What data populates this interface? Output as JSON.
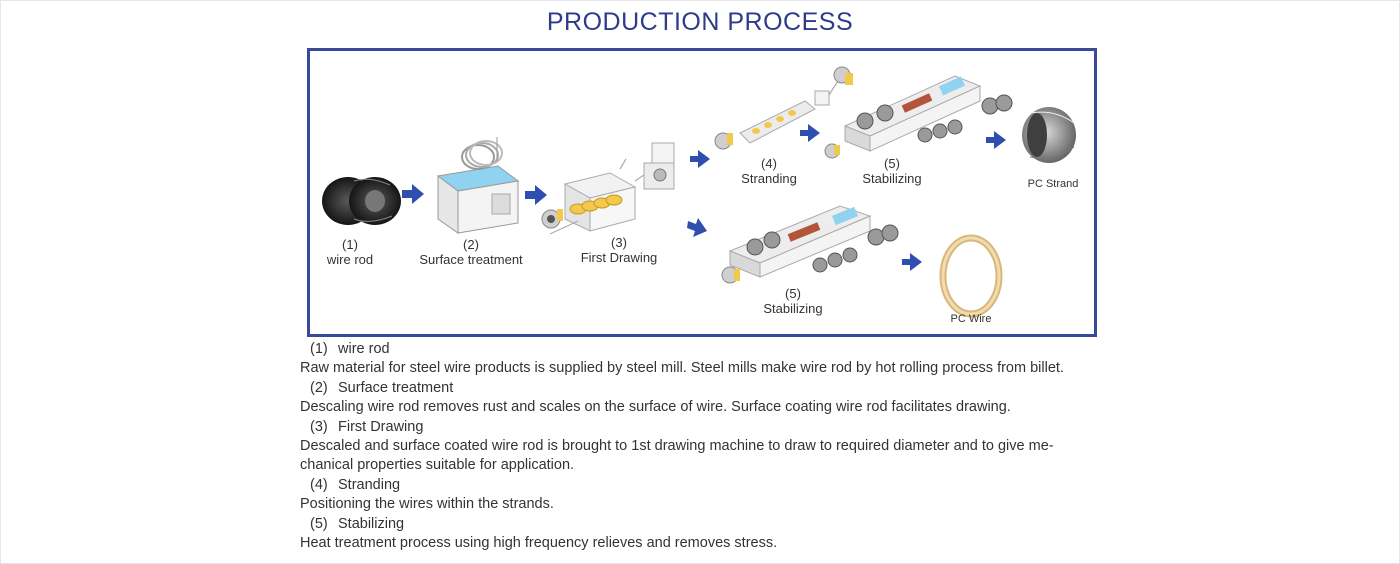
{
  "title": "PRODUCTION PROCESS",
  "diagram": {
    "steps": [
      {
        "num": "(1)",
        "label": "wire rod"
      },
      {
        "num": "(2)",
        "label": "Surface treatment"
      },
      {
        "num": "(3)",
        "label": "First Drawing"
      },
      {
        "num": "(4)",
        "label": "Stranding"
      },
      {
        "num": "(5)",
        "label": "Stabilizing"
      },
      {
        "num": "(5)",
        "label": "Stabilizing"
      }
    ],
    "products": [
      "PC Strand",
      "PC Wire"
    ]
  },
  "description": [
    {
      "num": "(1)",
      "heading": "wire rod",
      "text": "Raw material for steel wire products is supplied by steel mill. Steel mills make wire rod by hot rolling process from billet."
    },
    {
      "num": "(2)",
      "heading": "Surface treatment",
      "text": "Descaling wire rod removes rust and scales on the surface of wire. Surface coating wire rod facilitates drawing."
    },
    {
      "num": "(3)",
      "heading": "First Drawing",
      "text": "Descaled and surface coated wire rod is brought to 1st drawing machine to draw to required diameter and to give me- chanical properties suitable for application."
    },
    {
      "num": "(4)",
      "heading": "Stranding",
      "text": "Positioning the wires within the strands."
    },
    {
      "num": "(5)",
      "heading": "Stabilizing",
      "text": "Heat treatment process using high frequency relieves and removes stress."
    }
  ],
  "colors": {
    "title": "#2e3a8c",
    "frame": "#3a4a9a",
    "arrow": "#2f4fb0",
    "water": "#8fd3f0"
  }
}
